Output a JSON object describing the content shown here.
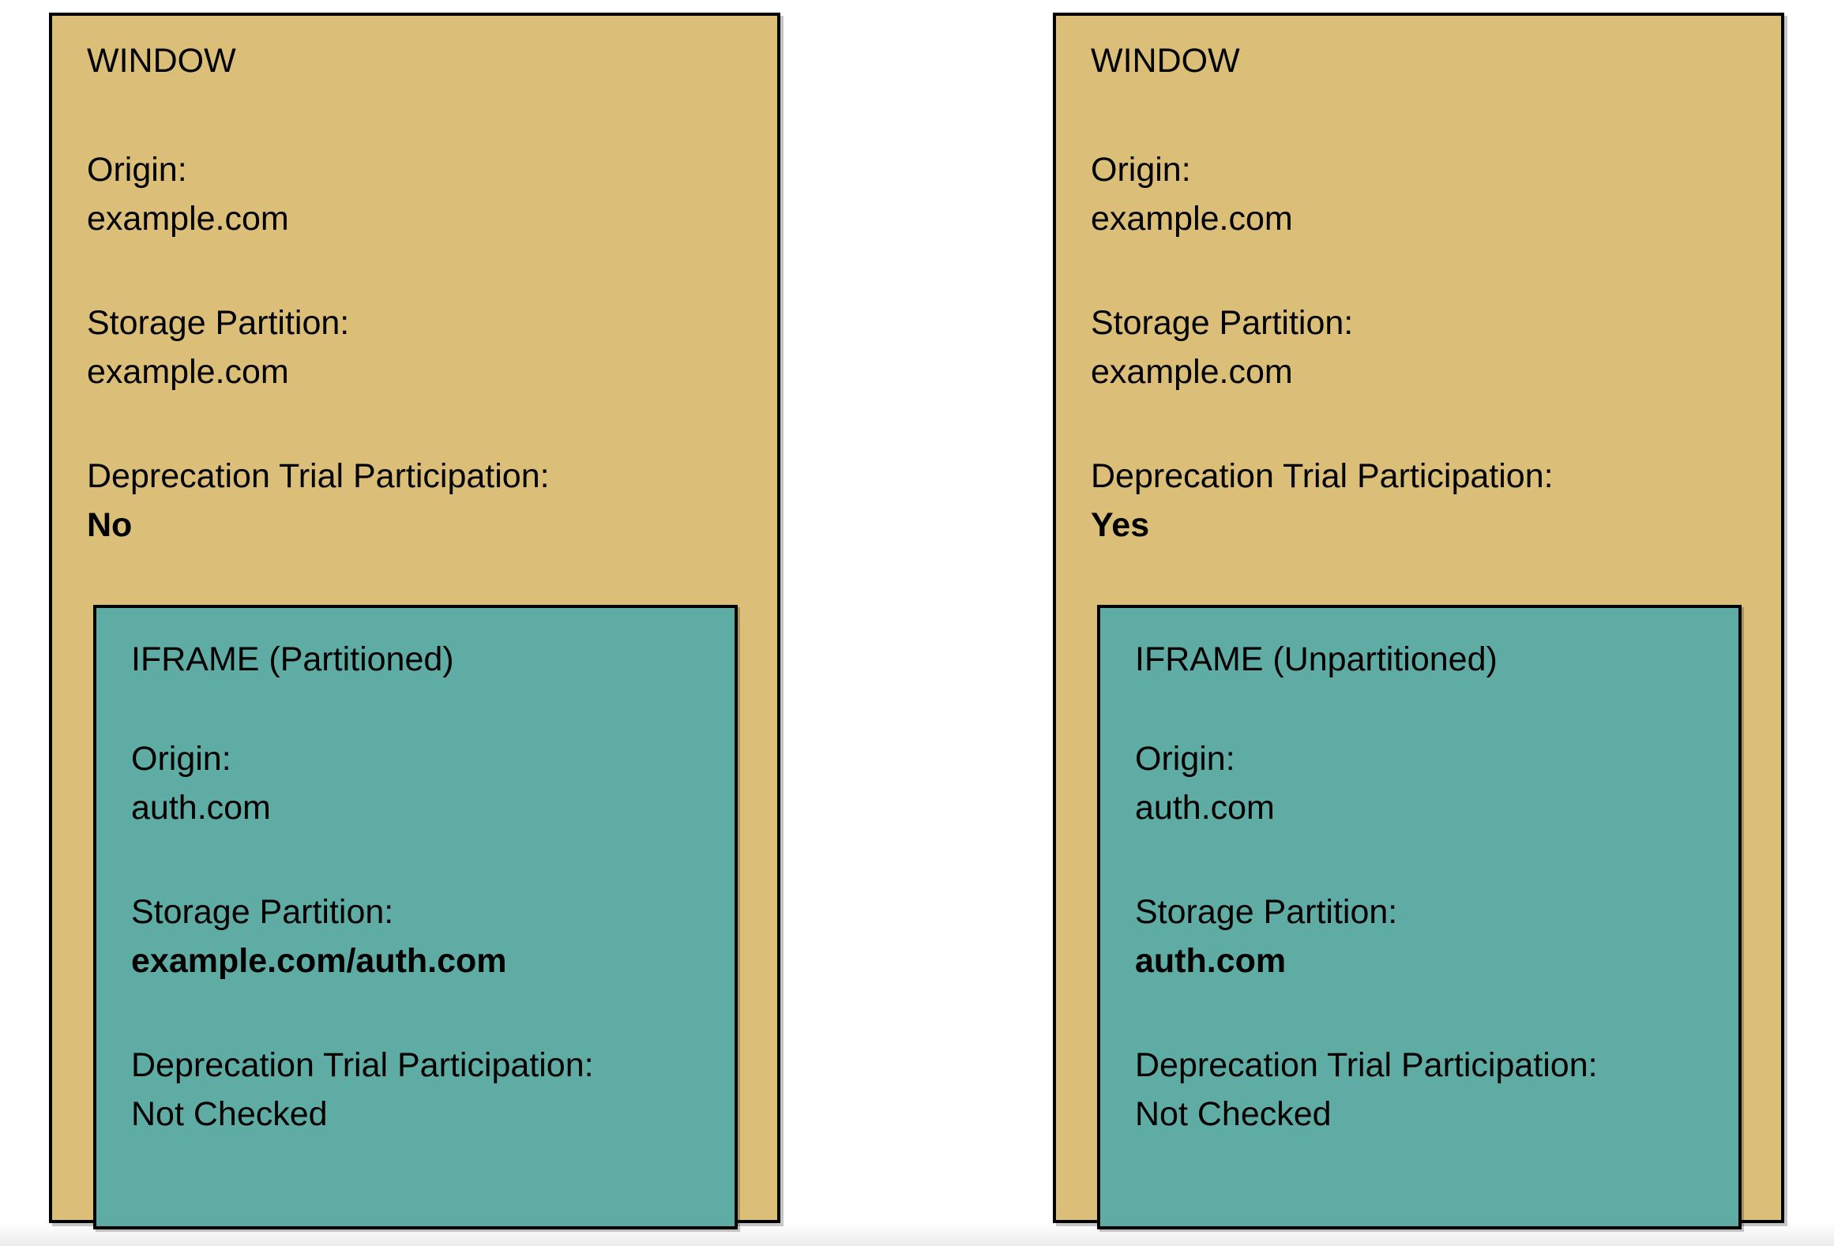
{
  "diagram": {
    "background_color": "#ffffff",
    "window_fill_color": "#DBBE77",
    "iframe_fill_color": "#5EACA4",
    "border_color": "#000000",
    "windows": [
      {
        "title": "WINDOW",
        "origin_label": "Origin:",
        "origin_value": "example.com",
        "storage_label": "Storage Partition:",
        "storage_value": "example.com",
        "trial_label": "Deprecation Trial Participation:",
        "trial_value": "No",
        "iframe": {
          "title": "IFRAME (Partitioned)",
          "origin_label": "Origin:",
          "origin_value": "auth.com",
          "storage_label": "Storage Partition:",
          "storage_value": "example.com/auth.com",
          "trial_label": "Deprecation Trial Participation:",
          "trial_value": "Not Checked"
        }
      },
      {
        "title": "WINDOW",
        "origin_label": "Origin:",
        "origin_value": "example.com",
        "storage_label": "Storage Partition:",
        "storage_value": "example.com",
        "trial_label": "Deprecation Trial Participation:",
        "trial_value": "Yes",
        "iframe": {
          "title": "IFRAME (Unpartitioned)",
          "origin_label": "Origin:",
          "origin_value": "auth.com",
          "storage_label": "Storage Partition:",
          "storage_value": "auth.com",
          "trial_label": "Deprecation Trial Participation:",
          "trial_value": "Not Checked"
        }
      }
    ]
  }
}
